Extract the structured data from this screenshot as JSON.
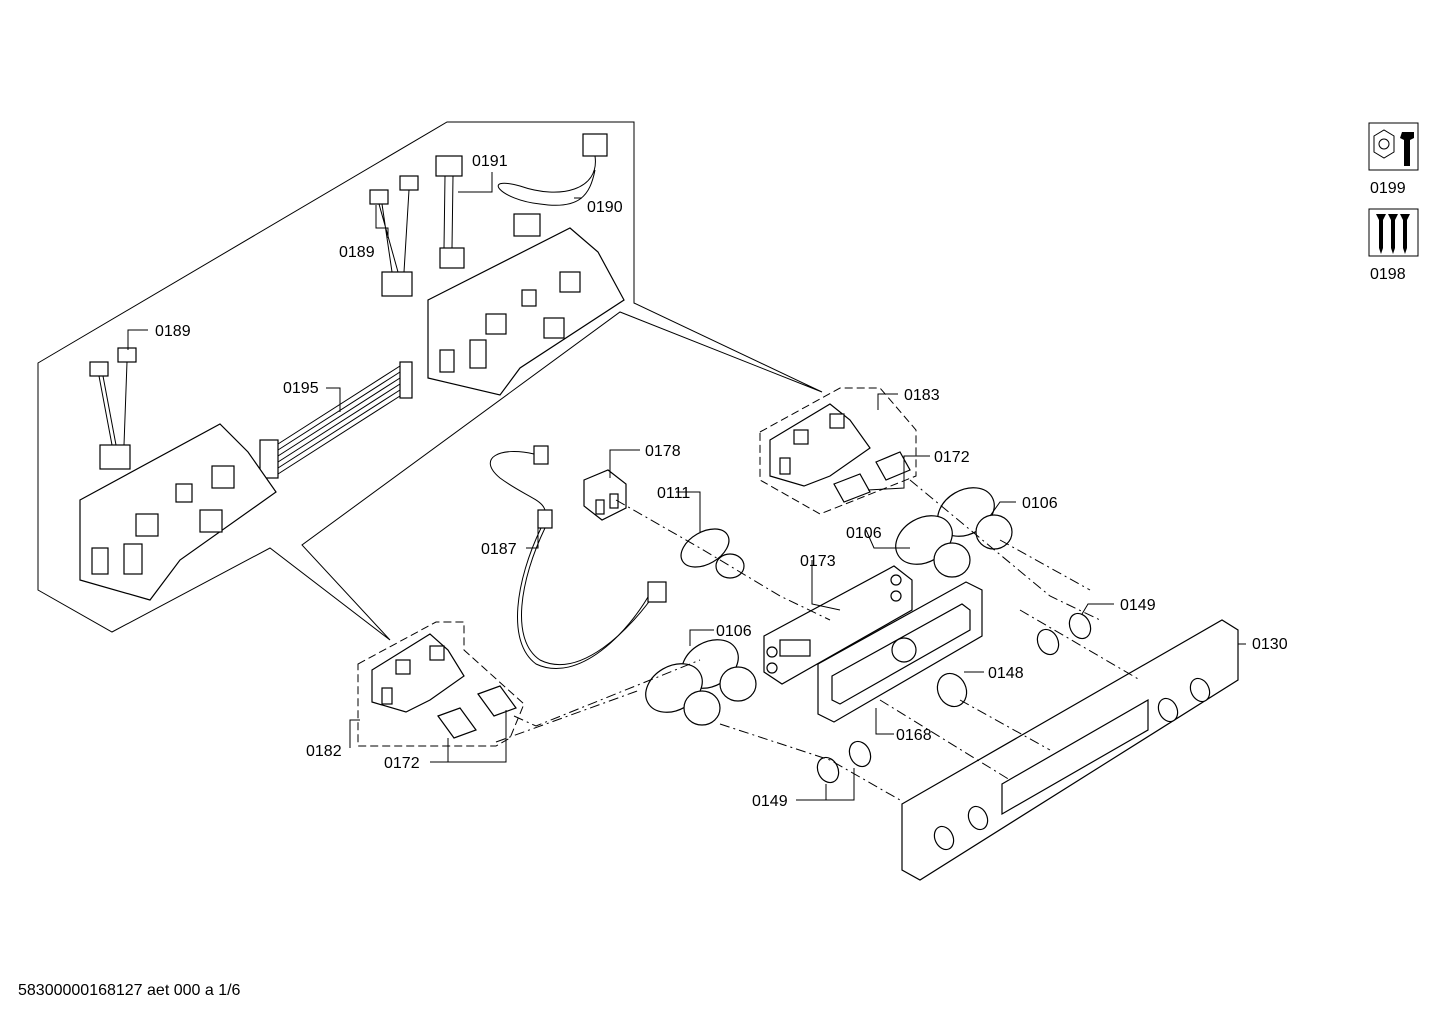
{
  "labels": {
    "p0189a": "0189",
    "p0189b": "0189",
    "p0190": "0190",
    "p0191": "0191",
    "p0195": "0195",
    "p0183": "0183",
    "p0172a": "0172",
    "p0172b": "0172",
    "p0178": "0178",
    "p0111": "0111",
    "p0187": "0187",
    "p0106a": "0106",
    "p0106b": "0106",
    "p0106c": "0106",
    "p0173": "0173",
    "p0149a": "0149",
    "p0149b": "0149",
    "p0148": "0148",
    "p0168": "0168",
    "p0130": "0130",
    "p0182": "0182",
    "p0199": "0199",
    "p0198": "0198"
  },
  "icons": {
    "toolkit": "wrench-nut-icon",
    "screws": "screws-icon"
  },
  "footer": "58300000168127 aet 000 a 1/6"
}
